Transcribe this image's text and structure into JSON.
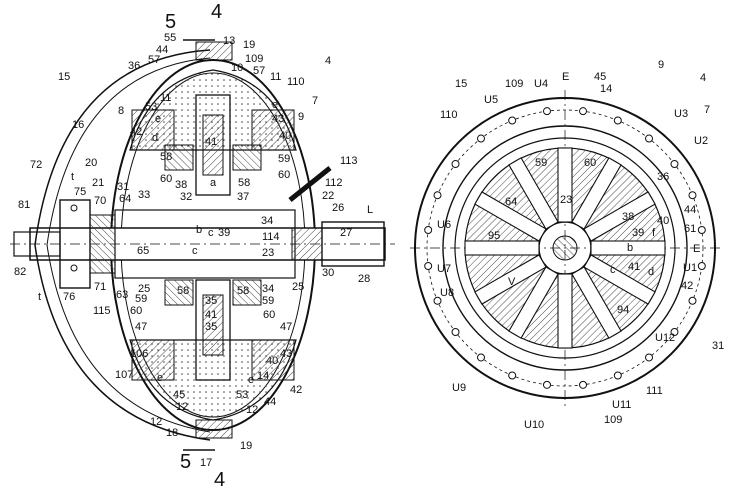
{
  "left_view": {
    "labels": [
      {
        "id": "l-5-top",
        "text": "5",
        "big": true
      },
      {
        "id": "l-4-top",
        "text": "4",
        "big": true
      },
      {
        "id": "l-55",
        "text": "55"
      },
      {
        "id": "l-13",
        "text": "13"
      },
      {
        "id": "l-19-top",
        "text": "19"
      },
      {
        "id": "l-44-top",
        "text": "44"
      },
      {
        "id": "l-109",
        "text": "109"
      },
      {
        "id": "l-57a",
        "text": "57"
      },
      {
        "id": "l-10",
        "text": "10"
      },
      {
        "id": "l-57b",
        "text": "57"
      },
      {
        "id": "l-36",
        "text": "36"
      },
      {
        "id": "l-4-ref",
        "text": "4"
      },
      {
        "id": "l-15",
        "text": "15"
      },
      {
        "id": "l-11a",
        "text": "11"
      },
      {
        "id": "l-11b",
        "text": "11"
      },
      {
        "id": "l-110",
        "text": "110"
      },
      {
        "id": "l-8",
        "text": "8"
      },
      {
        "id": "l-7",
        "text": "7"
      },
      {
        "id": "l-53",
        "text": "53"
      },
      {
        "id": "l-e1",
        "text": "e"
      },
      {
        "id": "l-16",
        "text": "16"
      },
      {
        "id": "l-e2",
        "text": "e"
      },
      {
        "id": "l-43",
        "text": "43"
      },
      {
        "id": "l-9",
        "text": "9"
      },
      {
        "id": "l-42a",
        "text": "42"
      },
      {
        "id": "l-d",
        "text": "d"
      },
      {
        "id": "l-40a",
        "text": "40"
      },
      {
        "id": "l-41",
        "text": "41"
      },
      {
        "id": "l-58a",
        "text": "58"
      },
      {
        "id": "l-59a",
        "text": "59"
      },
      {
        "id": "l-113",
        "text": "113"
      },
      {
        "id": "l-20",
        "text": "20"
      },
      {
        "id": "l-72",
        "text": "72"
      },
      {
        "id": "l-60a",
        "text": "60"
      },
      {
        "id": "l-38",
        "text": "38"
      },
      {
        "id": "l-a",
        "text": "a"
      },
      {
        "id": "l-58b",
        "text": "58"
      },
      {
        "id": "l-60b",
        "text": "60"
      },
      {
        "id": "l-t1",
        "text": "t"
      },
      {
        "id": "l-21",
        "text": "21"
      },
      {
        "id": "l-31",
        "text": "31"
      },
      {
        "id": "l-112",
        "text": "112"
      },
      {
        "id": "l-33",
        "text": "33"
      },
      {
        "id": "l-32",
        "text": "32"
      },
      {
        "id": "l-37",
        "text": "37"
      },
      {
        "id": "l-22",
        "text": "22"
      },
      {
        "id": "l-75",
        "text": "75"
      },
      {
        "id": "l-64",
        "text": "64"
      },
      {
        "id": "l-26",
        "text": "26"
      },
      {
        "id": "l-L",
        "text": "L"
      },
      {
        "id": "l-81",
        "text": "81"
      },
      {
        "id": "l-70",
        "text": "70"
      },
      {
        "id": "l-34a",
        "text": "34"
      },
      {
        "id": "l-b",
        "text": "b"
      },
      {
        "id": "l-c1",
        "text": "c"
      },
      {
        "id": "l-39",
        "text": "39"
      },
      {
        "id": "l-114",
        "text": "114"
      },
      {
        "id": "l-27",
        "text": "27"
      },
      {
        "id": "l-65",
        "text": "65"
      },
      {
        "id": "l-c2",
        "text": "c"
      },
      {
        "id": "l-23",
        "text": "23"
      },
      {
        "id": "l-82",
        "text": "82"
      },
      {
        "id": "l-71",
        "text": "71"
      },
      {
        "id": "l-28",
        "text": "28"
      },
      {
        "id": "l-t2",
        "text": "t"
      },
      {
        "id": "l-76",
        "text": "76"
      },
      {
        "id": "l-63",
        "text": "63"
      },
      {
        "id": "l-25a",
        "text": "25"
      },
      {
        "id": "l-58c",
        "text": "58"
      },
      {
        "id": "l-58d",
        "text": "58"
      },
      {
        "id": "l-34b",
        "text": "34"
      },
      {
        "id": "l-25b",
        "text": "25"
      },
      {
        "id": "l-30",
        "text": "30"
      },
      {
        "id": "l-115",
        "text": "115"
      },
      {
        "id": "l-59b",
        "text": "59"
      },
      {
        "id": "l-35a",
        "text": "35"
      },
      {
        "id": "l-59c",
        "text": "59"
      },
      {
        "id": "l-60c",
        "text": "60"
      },
      {
        "id": "l-41b",
        "text": "41"
      },
      {
        "id": "l-60d",
        "text": "60"
      },
      {
        "id": "l-47a",
        "text": "47"
      },
      {
        "id": "l-35b",
        "text": "35"
      },
      {
        "id": "l-47b",
        "text": "47"
      },
      {
        "id": "l-106",
        "text": "106"
      },
      {
        "id": "l-43b",
        "text": "43"
      },
      {
        "id": "l-40b",
        "text": "40"
      },
      {
        "id": "l-107",
        "text": "107"
      },
      {
        "id": "l-e3",
        "text": "e"
      },
      {
        "id": "l-e4",
        "text": "e"
      },
      {
        "id": "l-14",
        "text": "14"
      },
      {
        "id": "l-42b",
        "text": "42"
      },
      {
        "id": "l-45",
        "text": "45"
      },
      {
        "id": "l-53b",
        "text": "53"
      },
      {
        "id": "l-44b",
        "text": "44"
      },
      {
        "id": "l-12a",
        "text": "12"
      },
      {
        "id": "l-12b",
        "text": "12"
      },
      {
        "id": "l-18",
        "text": "18"
      },
      {
        "id": "l-19b",
        "text": "19"
      },
      {
        "id": "l-5-bot",
        "text": "5",
        "big": true
      },
      {
        "id": "l-17",
        "text": "17"
      },
      {
        "id": "l-4-bot",
        "text": "4",
        "big": true
      }
    ]
  },
  "right_view": {
    "labels": [
      {
        "id": "r-E-top",
        "text": "E"
      },
      {
        "id": "r-9",
        "text": "9"
      },
      {
        "id": "r-15",
        "text": "15"
      },
      {
        "id": "r-109a",
        "text": "109"
      },
      {
        "id": "r-U4",
        "text": "U4"
      },
      {
        "id": "r-45",
        "text": "45"
      },
      {
        "id": "r-4",
        "text": "4"
      },
      {
        "id": "r-110",
        "text": "110"
      },
      {
        "id": "r-U5",
        "text": "U5"
      },
      {
        "id": "r-14",
        "text": "14"
      },
      {
        "id": "r-U3",
        "text": "U3"
      },
      {
        "id": "r-7",
        "text": "7"
      },
      {
        "id": "r-59",
        "text": "59"
      },
      {
        "id": "r-60",
        "text": "60"
      },
      {
        "id": "r-U2",
        "text": "U2"
      },
      {
        "id": "r-36",
        "text": "36"
      },
      {
        "id": "r-23",
        "text": "23"
      },
      {
        "id": "r-64",
        "text": "64"
      },
      {
        "id": "r-44",
        "text": "44"
      },
      {
        "id": "r-38",
        "text": "38"
      },
      {
        "id": "r-U6",
        "text": "U6"
      },
      {
        "id": "r-40",
        "text": "40"
      },
      {
        "id": "r-61",
        "text": "61"
      },
      {
        "id": "r-39",
        "text": "39"
      },
      {
        "id": "r-f",
        "text": "f"
      },
      {
        "id": "r-95",
        "text": "95"
      },
      {
        "id": "r-b",
        "text": "b"
      },
      {
        "id": "r-E-right",
        "text": "E"
      },
      {
        "id": "r-U7",
        "text": "U7"
      },
      {
        "id": "r-c",
        "text": "c"
      },
      {
        "id": "r-41",
        "text": "41"
      },
      {
        "id": "r-d",
        "text": "d"
      },
      {
        "id": "r-U1",
        "text": "U1"
      },
      {
        "id": "r-V",
        "text": "V"
      },
      {
        "id": "r-42",
        "text": "42"
      },
      {
        "id": "r-U8",
        "text": "U8"
      },
      {
        "id": "r-94",
        "text": "94"
      },
      {
        "id": "r-U12",
        "text": "U12"
      },
      {
        "id": "r-31",
        "text": "31"
      },
      {
        "id": "r-U9",
        "text": "U9"
      },
      {
        "id": "r-111",
        "text": "111"
      },
      {
        "id": "r-U11",
        "text": "U11"
      },
      {
        "id": "r-109b",
        "text": "109"
      },
      {
        "id": "r-U10",
        "text": "U10"
      }
    ]
  }
}
